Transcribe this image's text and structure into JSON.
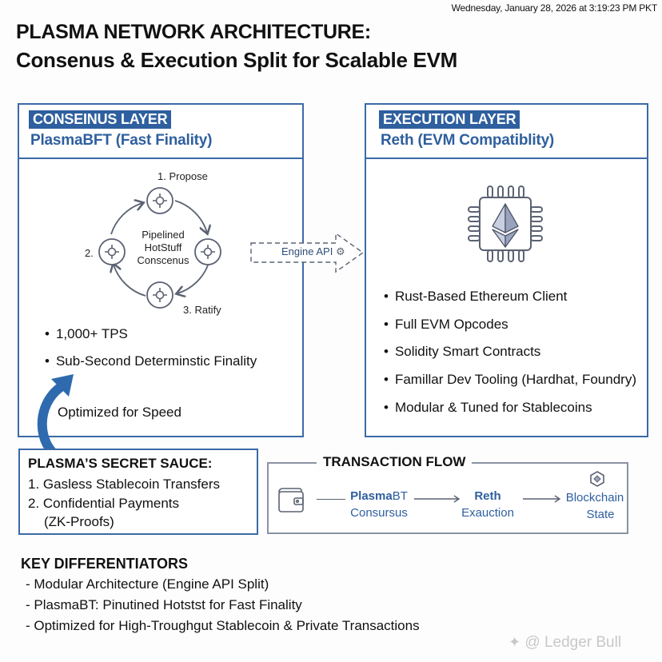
{
  "timestamp": "Wednesday, January 28, 2026 at 3:19:23 PM PKT",
  "title": {
    "line1": "PLASMA NETWORK ARCHITECTURE:",
    "line2": "Consenus & Execution Split for Scalable EVM"
  },
  "consensus": {
    "tag": "CONSEINUS LAYER",
    "subtitle": "PlasmaBFT (Fast Finality)",
    "cycle": {
      "center": [
        "Pipelined",
        "HotStuff",
        "Conscenus"
      ],
      "step1": "1. Propose",
      "step2": "2.",
      "step3": "3. Ratify"
    },
    "bullets": [
      "1,000+ TPS",
      "Sub-Second Determinstic Finality"
    ],
    "note": "Optimized for Speed"
  },
  "engine_api": {
    "label": "Engine API",
    "icon": "gear-icon"
  },
  "execution": {
    "tag": "EXECUTION LAYER",
    "subtitle": "Reth (EVM Compatiblity)",
    "icon": "ethereum-chip-icon",
    "bullets": [
      "Rust-Based Ethereum Client",
      "Full EVM Opcodes",
      "Solidity Smart Contracts",
      "Famillar Dev Tooling (Hardhat, Foundry)",
      "Modular & Tuned for Stablecoins"
    ]
  },
  "secret_sauce": {
    "heading": "PLASMA’S SECRET SAUCE:",
    "items": [
      "1. Gasless Stablecoin Transfers",
      "2. Confidential Payments",
      "(ZK-Proofs)"
    ]
  },
  "transaction_flow": {
    "title": "TRANSACTION FLOW",
    "start_icon": "wallet-icon",
    "steps": [
      {
        "line1_bold": "Plasma",
        "line1_rest": "BT",
        "line2": "Consursus"
      },
      {
        "line1_bold": "Reth",
        "line1_rest": "",
        "line2": "Exauction"
      },
      {
        "line1_bold": "",
        "line1_rest": "Blockchain",
        "line2": "State",
        "icon": "blockchain-cube-icon"
      }
    ]
  },
  "key_differentiators": {
    "heading": "KEY DIFFERENTIATORS",
    "items": [
      "- Modular Architecture (Engine API Split)",
      "- PlasmaBT: Pinutined Hotstst for Fast Finality",
      "- Optimized for High-Troughgut Stablecoin & Private Transactions"
    ]
  },
  "watermark": "@ Ledger Bull",
  "colors": {
    "accent_blue": "#2e5f9e",
    "border_blue": "#3b6aa6",
    "icon_gray": "#5a6272"
  }
}
